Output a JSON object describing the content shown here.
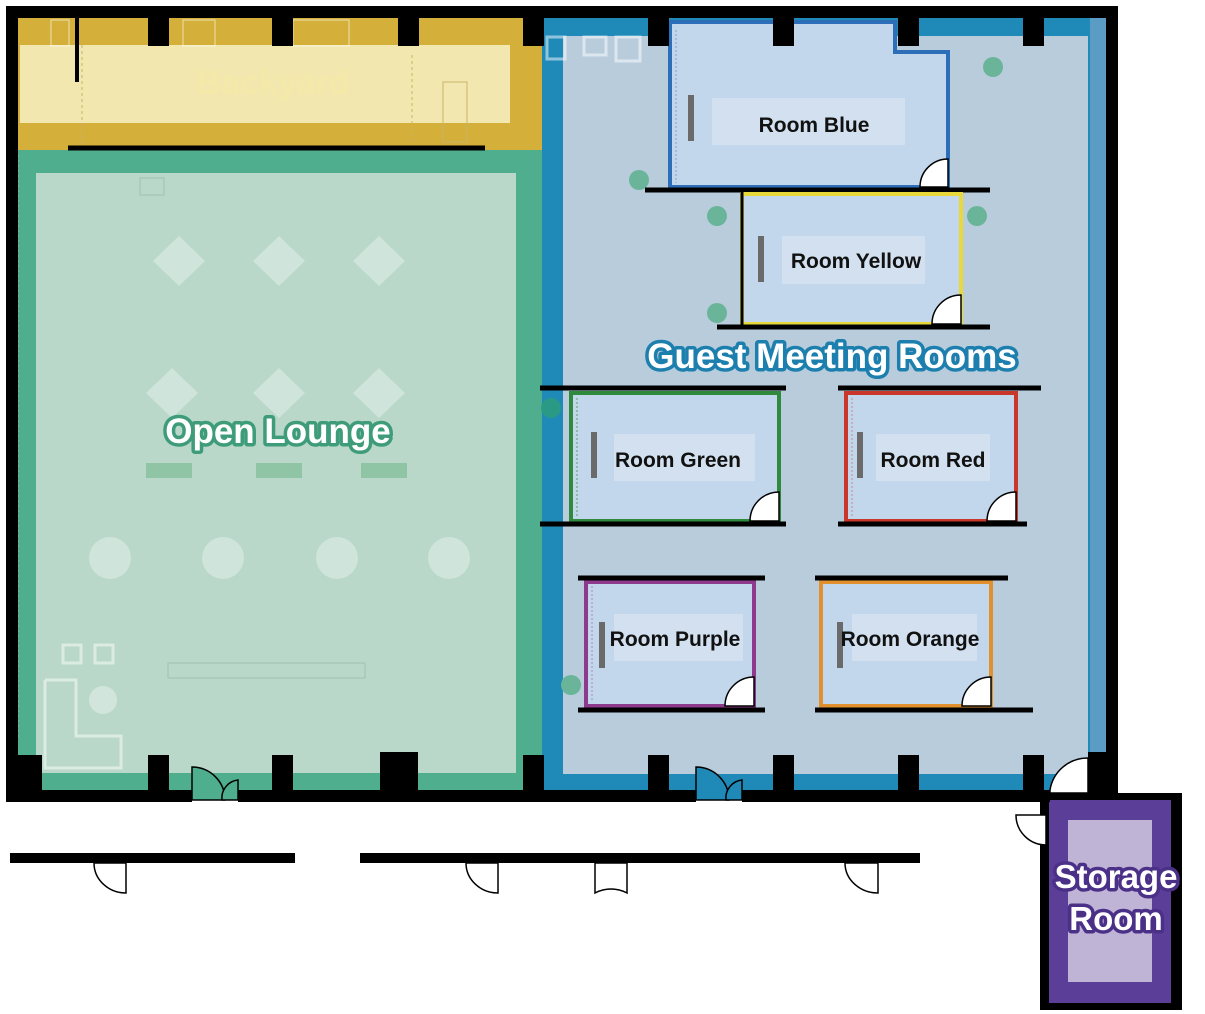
{
  "zones": {
    "backyard": {
      "label": "Backyard",
      "fill": "#d4b03a",
      "inner": "#f2e7ae",
      "text": "#f4e9a8",
      "outline": "#c9a32a"
    },
    "open_lounge": {
      "label": "Open Lounge",
      "fill": "#4fae8d",
      "inner": "#b9d8c9",
      "text": "#ffffff",
      "outline": "#3e9c7b"
    },
    "guest_meeting_rooms": {
      "label": "Guest Meeting Rooms",
      "fill": "#1f8ab8",
      "inner": "#b8ccdc",
      "text": "#ffffff",
      "outline": "#1c7fae"
    },
    "storage_room": {
      "label_line1": "Storage",
      "label_line2": "Room",
      "fill": "#5a3e98",
      "inner": "#bfb3d6",
      "text": "#ffffff",
      "outline": "#4b3088"
    }
  },
  "rooms": [
    {
      "id": "blue",
      "label": "Room Blue",
      "color": "#2c6fb8"
    },
    {
      "id": "yellow",
      "label": "Room Yellow",
      "color": "#e8d83a"
    },
    {
      "id": "green",
      "label": "Room Green",
      "color": "#2f8a3d"
    },
    {
      "id": "red",
      "label": "Room Red",
      "color": "#c8372a"
    },
    {
      "id": "purple",
      "label": "Room Purple",
      "color": "#8e3a8c"
    },
    {
      "id": "orange",
      "label": "Room Orange",
      "color": "#e0902c"
    }
  ],
  "colors": {
    "wall": "#000000",
    "room_fill": "#c2d6ec",
    "room_label_bg": "#d2e0ef"
  }
}
